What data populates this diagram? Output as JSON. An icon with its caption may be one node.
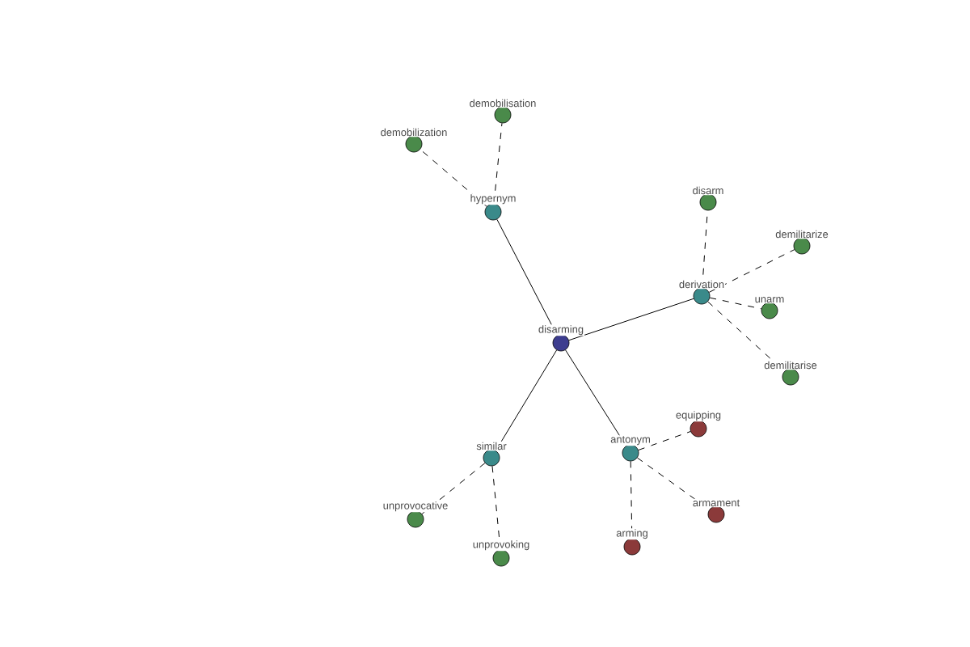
{
  "diagram": {
    "nodes": [
      {
        "text": [
          "disarming"
        ]
      },
      {
        "text": [
          "hypernym"
        ]
      },
      {
        "text": [
          "demobilization"
        ]
      },
      {
        "text": [
          "demobilisation"
        ]
      },
      {
        "text": [
          "derivation"
        ]
      },
      {
        "text": [
          "disarm"
        ]
      },
      {
        "text": [
          "demilitarize"
        ]
      },
      {
        "text": [
          "unarm"
        ]
      },
      {
        "text": [
          "demilitarise"
        ]
      },
      {
        "text": [
          "similar"
        ]
      },
      {
        "text": [
          "unprovocative"
        ]
      },
      {
        "text": [
          "unprovoking"
        ]
      },
      {
        "text": [
          "antonym"
        ]
      },
      {
        "text": [
          "equipping"
        ]
      },
      {
        "text": [
          "armament"
        ]
      },
      {
        "text": [
          "arming"
        ]
      }
    ],
    "edges": [
      {
        "from": 0,
        "to": 1,
        "arrow": "none"
      },
      {
        "from": 1,
        "to": 2,
        "arrow": "none",
        "style": "dashed"
      },
      {
        "from": 1,
        "to": 3,
        "arrow": "none",
        "style": "dashed"
      },
      {
        "from": 0,
        "to": 4,
        "arrow": "none"
      },
      {
        "from": 4,
        "to": 5,
        "arrow": "none",
        "style": "dashed"
      },
      {
        "from": 4,
        "to": 6,
        "arrow": "none",
        "style": "dashed"
      },
      {
        "from": 4,
        "to": 7,
        "arrow": "none",
        "style": "dashed"
      },
      {
        "from": 4,
        "to": 8,
        "arrow": "none",
        "style": "dashed"
      },
      {
        "from": 0,
        "to": 9,
        "arrow": "none"
      },
      {
        "from": 9,
        "to": 10,
        "arrow": "none",
        "style": "dashed"
      },
      {
        "from": 9,
        "to": 11,
        "arrow": "none",
        "style": "dashed"
      },
      {
        "from": 0,
        "to": 12,
        "arrow": "none"
      },
      {
        "from": 12,
        "to": 13,
        "arrow": "none",
        "style": "dashed"
      },
      {
        "from": 12,
        "to": 14,
        "arrow": "none",
        "style": "dashed"
      },
      {
        "from": 12,
        "to": 15,
        "arrow": "none",
        "style": "dashed"
      }
    ]
  }
}
